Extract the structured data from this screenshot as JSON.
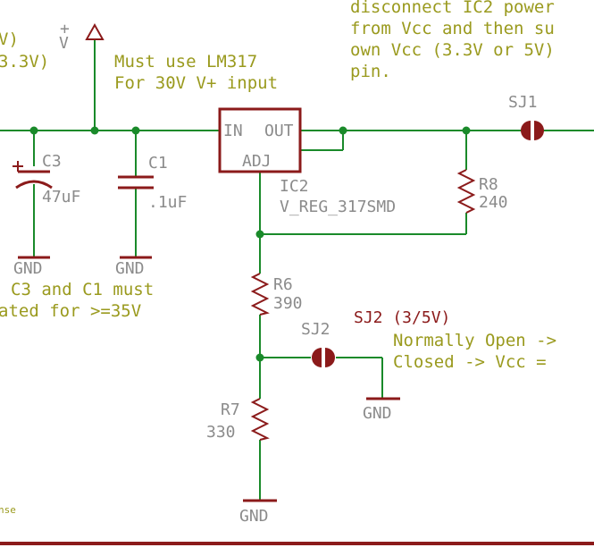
{
  "notes": {
    "top_right": [
      "disconnect IC2 power",
      "from Vcc and then su",
      "own Vcc (3.3V or 5V)",
      "pin."
    ],
    "left_top": [
      "V)",
      "3.3V)"
    ],
    "lm317": [
      "Must use LM317",
      "For 30V V+ input"
    ],
    "cap_rating": [
      "C3 and C1 must",
      "ated for >=35V"
    ],
    "sj2_mode": [
      "Normally Open ->",
      "Closed -> Vcc ="
    ],
    "bottom_left": "nse"
  },
  "components": {
    "c3": {
      "name": "C3",
      "value": "47uF"
    },
    "c1": {
      "name": "C1",
      "value": ".1uF"
    },
    "ic2": {
      "name": "IC2",
      "value": "V_REG_317SMD",
      "pin_in": "IN",
      "pin_out": "OUT",
      "pin_adj": "ADJ"
    },
    "r8": {
      "name": "R8",
      "value": "240"
    },
    "r6": {
      "name": "R6",
      "value": "390"
    },
    "r7": {
      "name": "R7",
      "value": "330"
    },
    "sj1": {
      "name": "SJ1"
    },
    "sj2": {
      "name": "SJ2",
      "title": "SJ2 (3/5V)"
    }
  },
  "supply": {
    "plus": "+",
    "arrow": "V"
  },
  "gnd": [
    "GND",
    "GND",
    "GND",
    "GND"
  ],
  "colors": {
    "wire": "#1a8a2a",
    "symbol": "#8b1a1a",
    "note": "#9a9a1e",
    "label": "#8b8b8b"
  }
}
